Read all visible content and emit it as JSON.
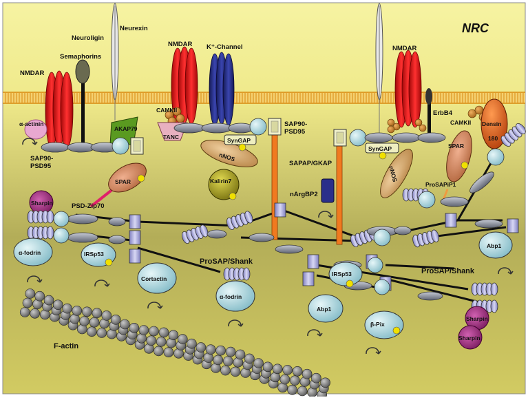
{
  "title": "NRC",
  "labels": {
    "neurexin": "Neurexin",
    "neuroligin": "Neuroligin",
    "semaphorins": "Semaphorins",
    "nmdar_left": "NMDAR",
    "nmdar_mid": "NMDAR",
    "nmdar_right": "NMDAR",
    "k_channel": "K⁺-Channel",
    "alpha_actinin": "α-actinin",
    "akap79": "AKAP79",
    "camkii_mid": "CAMKII",
    "tanc": "TANC",
    "sap90_left": "SAP90-",
    "psd95_left": "PSD95",
    "sap90_mid": "SAP90-",
    "psd95_mid": "PSD95",
    "syngap_mid": "SynGAP",
    "nnos_mid": "nNOS",
    "kalirin7": "Kalirin7",
    "spar_left": "SPAR",
    "psd_zip70": "PSD-Zip70",
    "sharpin_left": "Sharpin",
    "alpha_fodrin_left": "α-fodrin",
    "irsp53_left": "IRSp53",
    "cortactin": "Cortactin",
    "prosap_shank_left": "ProSAP/Shank",
    "alpha_fodrin_mid": "α-fodrin",
    "factin": "F-actin",
    "sapap_gkap": "SAPAP/GKAP",
    "nargbp2": "nArgBP2",
    "syngap_right": "SynGAP",
    "nnos_right": "nNOS",
    "erbb4": "ErbB4",
    "camkii_right": "CAMKII",
    "densin": "Densin",
    "densin_180": "180",
    "spar_right": "SPAR",
    "prosapip1": "ProSAPiP1",
    "abp1_right": "Abp1",
    "irsp53_mid": "IRSp53",
    "abp1_mid": "Abp1",
    "prosap_shank_right": "ProSAP/Shank",
    "beta_pix": "β-Pix",
    "sharpin_right1": "Sharpin",
    "sharpin_right2": "Sharpin"
  },
  "colors": {
    "background_top": "#f4f19a",
    "background_bottom": "#8e8a3f",
    "membrane": "#f0a020",
    "nmdar": "#e01818",
    "k_channel": "#2a2f8a",
    "scaffold": "#8a8f9e",
    "node": "#9fd0d8",
    "shank_block": "#aaaadd",
    "spar": "#c8784a",
    "sharpin": "#9a2a7a",
    "kalirin": "#a09a18",
    "densin": "#e06018",
    "akap": "#5a8a20",
    "tanc": "#e0a8b8",
    "orange_link": "#f07010",
    "pink_link": "#e0206a"
  }
}
